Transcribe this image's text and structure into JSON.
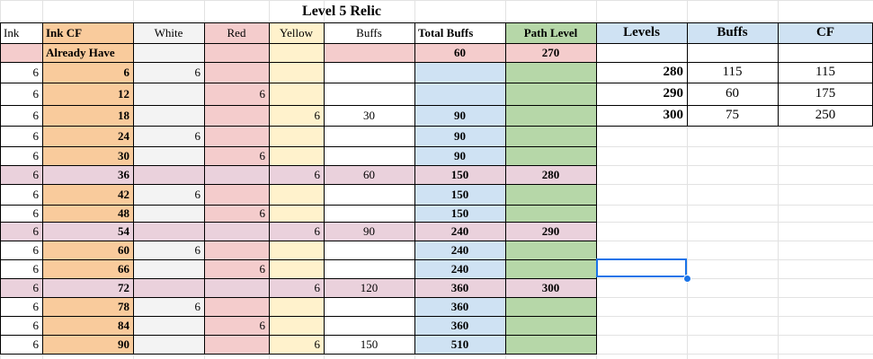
{
  "title": "Level 5 Relic",
  "headers": [
    "Ink",
    "Ink CF",
    "White",
    "Red",
    "Yellow",
    "Buffs",
    "Total Buffs",
    "Path Level"
  ],
  "already_have": {
    "label": "Already Have",
    "total_buffs": "60",
    "path_level": "270"
  },
  "rows": [
    [
      "6",
      "6",
      "6",
      "",
      "",
      "",
      "",
      ""
    ],
    [
      "6",
      "12",
      "",
      "6",
      "",
      "",
      "",
      ""
    ],
    [
      "6",
      "18",
      "",
      "",
      "6",
      "30",
      "90",
      ""
    ],
    [
      "6",
      "24",
      "6",
      "",
      "",
      "",
      "90",
      ""
    ],
    [
      "6",
      "30",
      "",
      "6",
      "",
      "",
      "90",
      ""
    ],
    [
      "6",
      "36",
      "",
      "",
      "6",
      "60",
      "150",
      "280"
    ],
    [
      "6",
      "42",
      "6",
      "",
      "",
      "",
      "150",
      ""
    ],
    [
      "6",
      "48",
      "",
      "6",
      "",
      "",
      "150",
      ""
    ],
    [
      "6",
      "54",
      "",
      "",
      "6",
      "90",
      "240",
      "290"
    ],
    [
      "6",
      "60",
      "6",
      "",
      "",
      "",
      "240",
      ""
    ],
    [
      "6",
      "66",
      "",
      "6",
      "",
      "",
      "240",
      ""
    ],
    [
      "6",
      "72",
      "",
      "",
      "6",
      "120",
      "360",
      "300"
    ],
    [
      "6",
      "78",
      "6",
      "",
      "",
      "",
      "360",
      ""
    ],
    [
      "6",
      "84",
      "",
      "6",
      "",
      "",
      "360",
      ""
    ],
    [
      "6",
      "90",
      "",
      "",
      "6",
      "150",
      "510",
      ""
    ]
  ],
  "side_table": {
    "headers": [
      "Levels",
      "Buffs",
      "CF"
    ],
    "rows": [
      [
        "280",
        "115",
        "115"
      ],
      [
        "290",
        "60",
        "175"
      ],
      [
        "300",
        "75",
        "250"
      ]
    ]
  },
  "colors": {
    "orange": "#f9cb9c",
    "pink": "#f4cccc",
    "yellow": "#fff2cc",
    "gray": "#f3f3f3",
    "blue": "#cfe2f3",
    "green": "#b6d7a8",
    "mauve": "#ead1dc",
    "selection": "#1a73e8"
  }
}
